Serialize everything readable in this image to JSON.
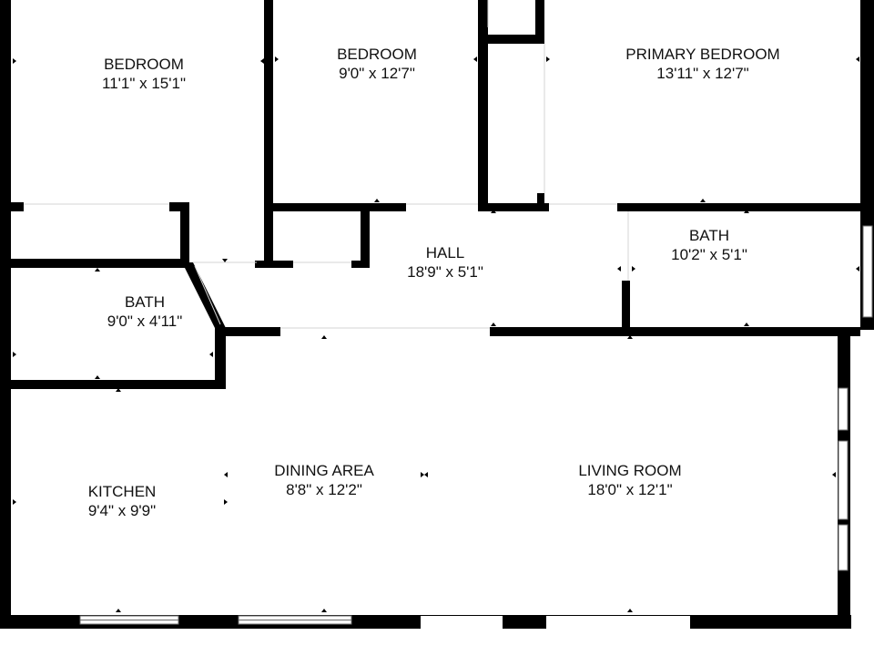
{
  "rooms": [
    {
      "id": "bedroom-1",
      "name": "BEDROOM",
      "dims": "11'1\" x 15'1\""
    },
    {
      "id": "bedroom-2",
      "name": "BEDROOM",
      "dims": "9'0\" x 12'7\""
    },
    {
      "id": "primary-bedroom",
      "name": "PRIMARY BEDROOM",
      "dims": "13'11\" x 12'7\""
    },
    {
      "id": "hall",
      "name": "HALL",
      "dims": "18'9\" x 5'1\""
    },
    {
      "id": "bath-2",
      "name": "BATH",
      "dims": "10'2\" x 5'1\""
    },
    {
      "id": "bath-1",
      "name": "BATH",
      "dims": "9'0\" x 4'11\""
    },
    {
      "id": "kitchen",
      "name": "KITCHEN",
      "dims": "9'4\" x 9'9\""
    },
    {
      "id": "dining-area",
      "name": "DINING AREA",
      "dims": "8'8\" x 12'2\""
    },
    {
      "id": "living-room",
      "name": "LIVING ROOM",
      "dims": "18'0\" x 12'1\""
    }
  ],
  "colors": {
    "wall": "#000000",
    "background": "#ffffff",
    "window_outline": "#6b6b6b",
    "opening_line": "#d4d4d4"
  }
}
